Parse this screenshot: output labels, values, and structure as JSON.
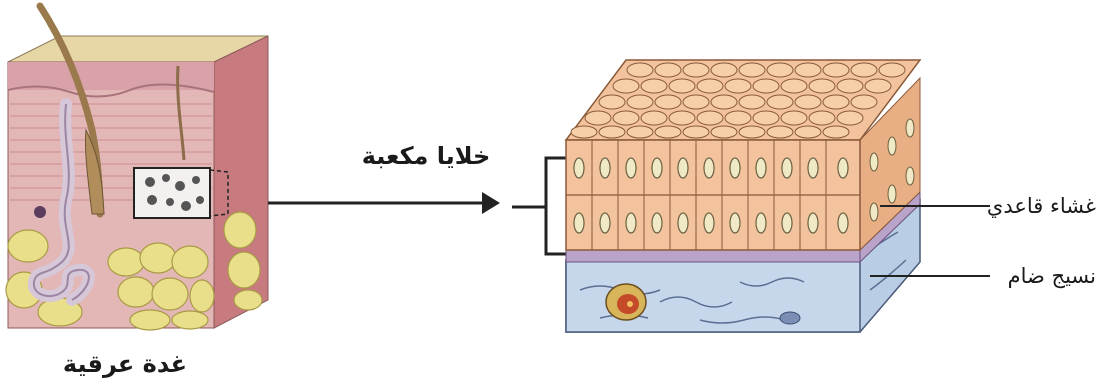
{
  "labels": {
    "skin_caption": "غدة عرقية",
    "arrow_label": "خلايا مكعبة",
    "basement_membrane": "غشاء قاعدي",
    "connective_tissue": "نسيج ضام"
  },
  "colors": {
    "cell_fill": "#f2c39c",
    "cell_stroke": "#8a5a3a",
    "nucleus_fill": "#efe9c6",
    "membrane": "#b9a3c9",
    "connective": "#b9cde4",
    "skin_pink": "#e4b7b7",
    "skin_dark": "#c98d96",
    "fat_yellow": "#e9df8a",
    "hair_brown": "#9a7a4c"
  },
  "icons": [
    "arrow-right-icon",
    "bracket-icon"
  ]
}
